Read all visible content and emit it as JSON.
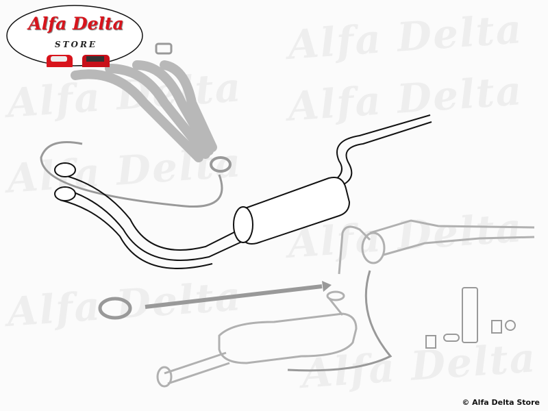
{
  "logo": {
    "title": "Alfa Delta",
    "subtitle": "STORE"
  },
  "watermark": {
    "text": "Alfa Delta"
  },
  "copyright": "© Alfa Delta Store",
  "colors": {
    "brand_red": "#d8141c",
    "line_black": "#111111",
    "ghost_gray": "#b5b5b5",
    "arrow_gray": "#9a9a9a"
  }
}
